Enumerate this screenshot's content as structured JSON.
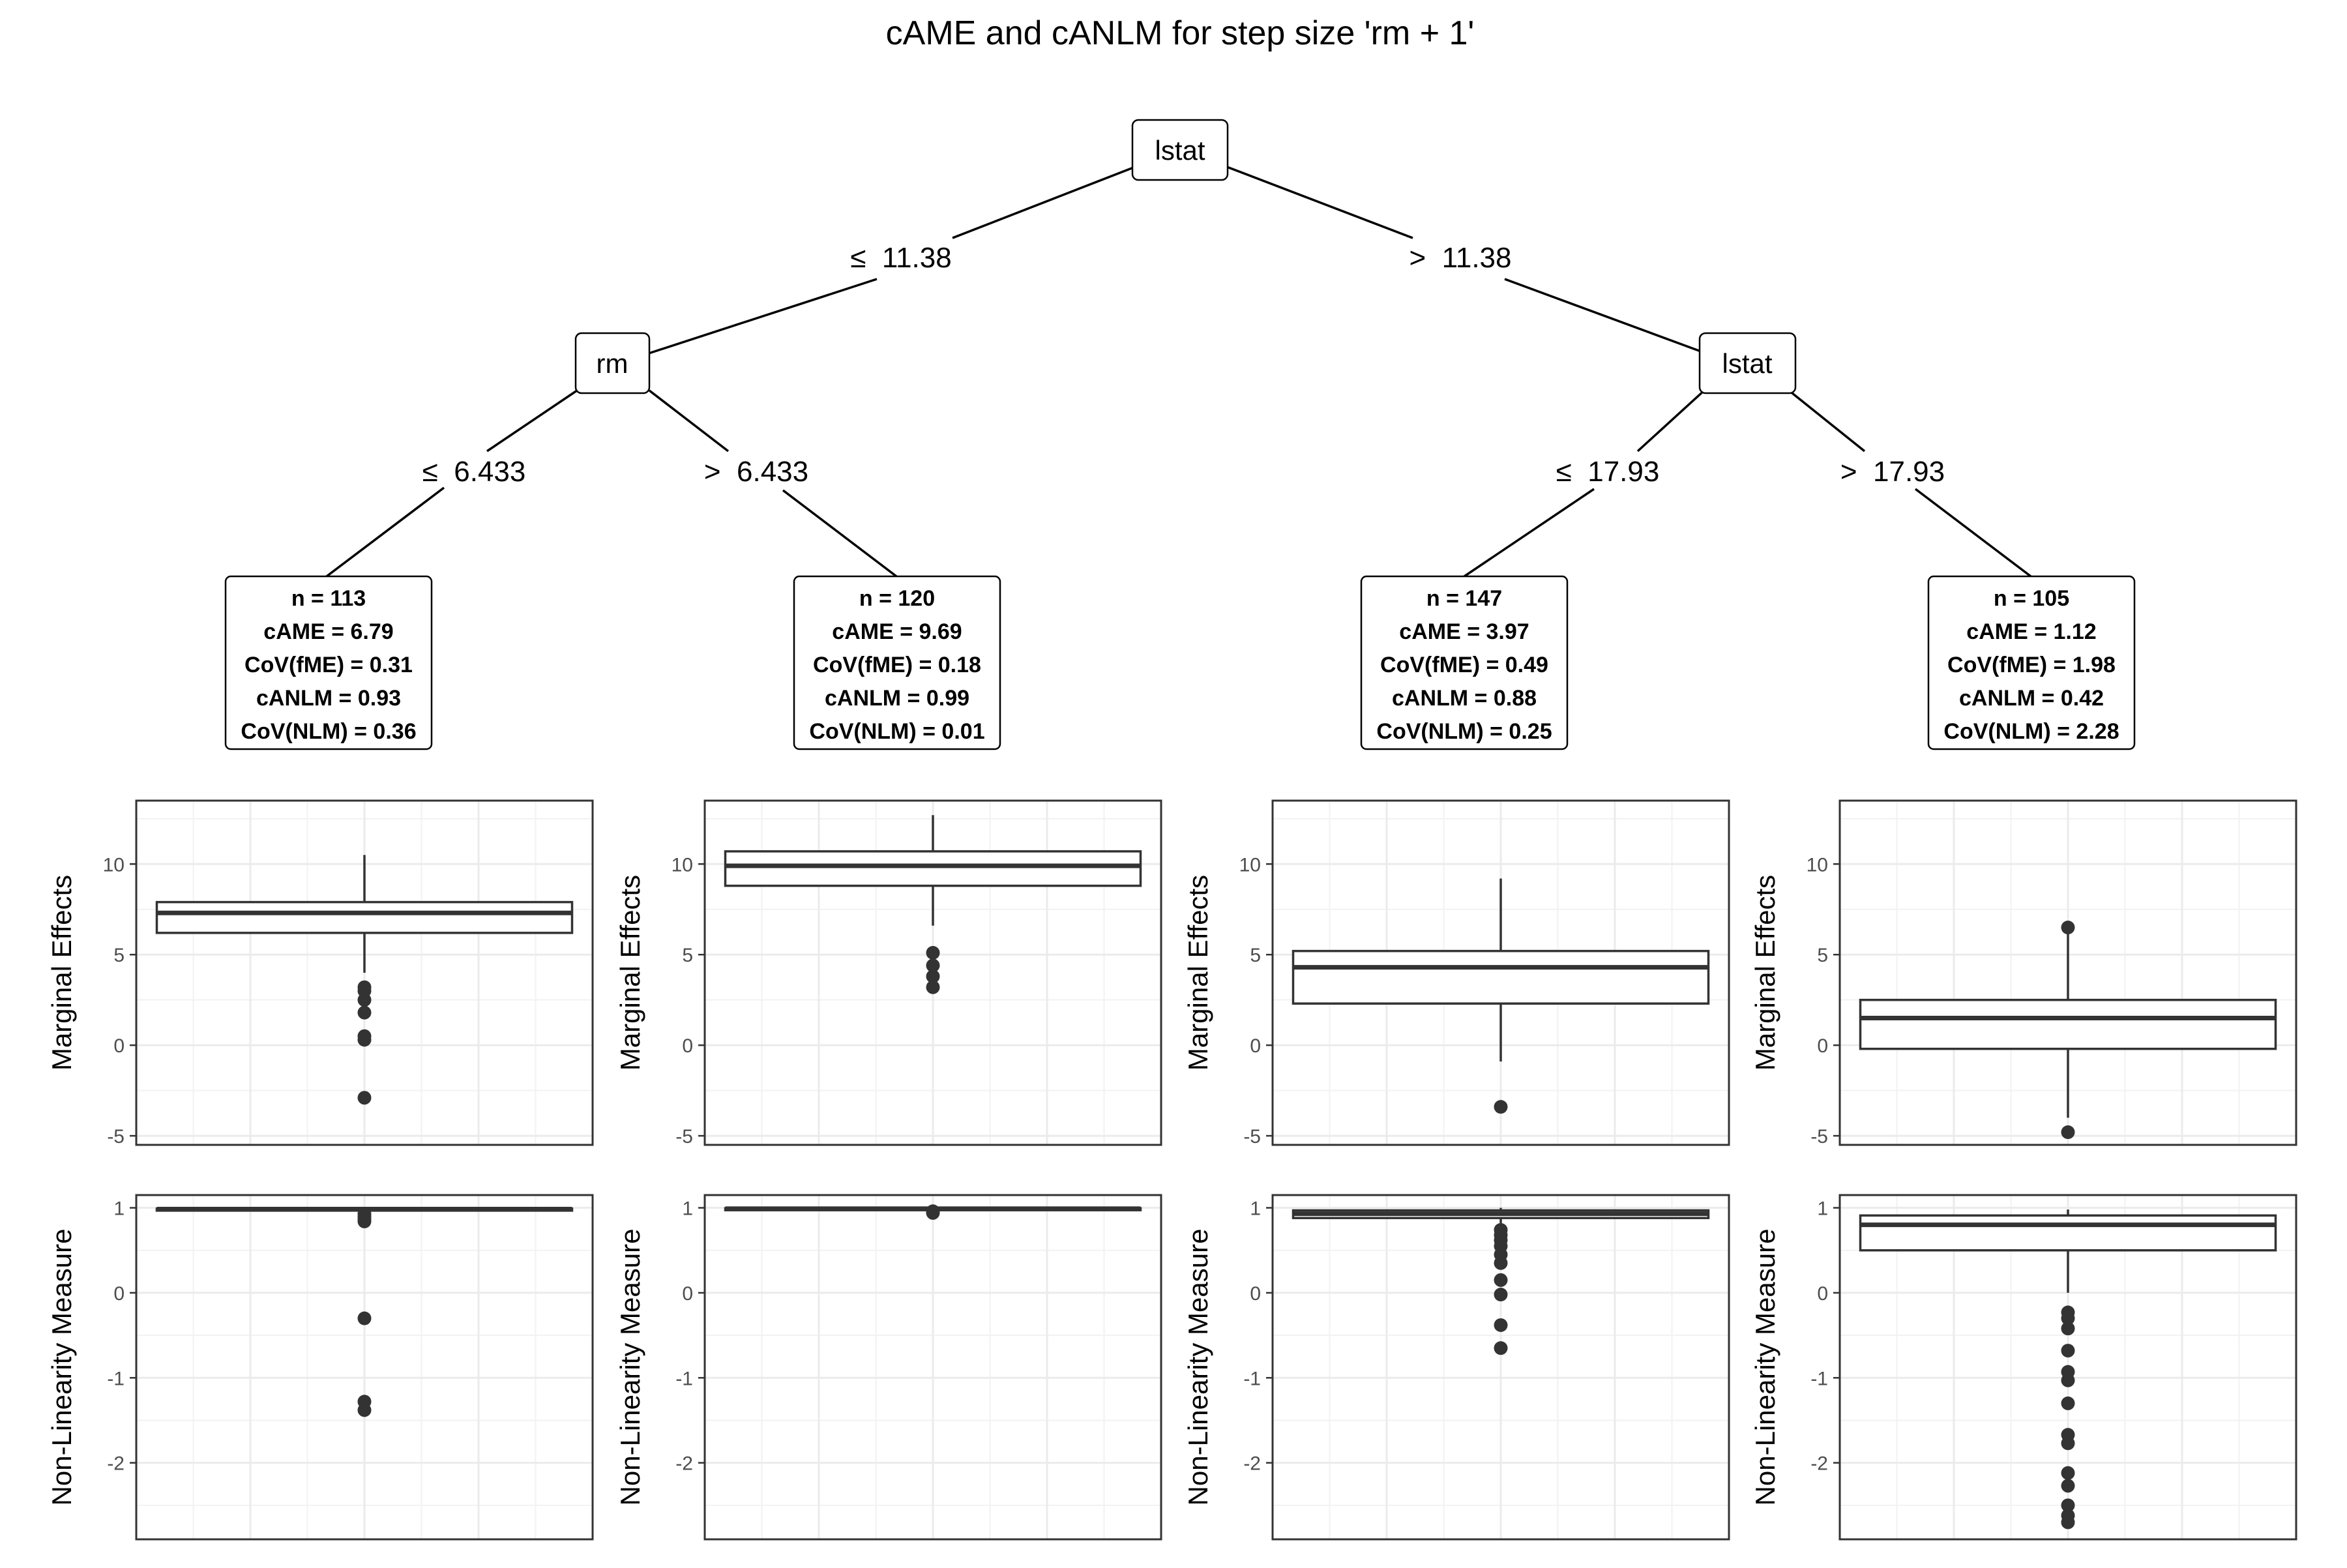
{
  "chart_data": {
    "type": "box",
    "title": "cAME and cANLM for step size 'rm + 1'",
    "tree": {
      "root": {
        "label": "lstat",
        "left_edge": "≤  11.38",
        "right_edge": ">  11.38"
      },
      "left_child": {
        "label": "rm",
        "left_edge": "≤  6.433",
        "right_edge": ">  6.433"
      },
      "right_child": {
        "label": "lstat",
        "left_edge": "≤  17.93",
        "right_edge": ">  17.93"
      }
    },
    "leaves": [
      {
        "stats": [
          "n = 113",
          "cAME = 6.79",
          "CoV(fME) = 0.31",
          "cANLM = 0.93",
          "CoV(NLM) = 0.36"
        ],
        "me_box": {
          "q1": 6.2,
          "median": 7.3,
          "q3": 7.9,
          "whisker_low": 4.0,
          "whisker_high": 10.5
        },
        "me_outliers": [
          3.2,
          3.0,
          2.5,
          1.8,
          0.5,
          0.3,
          -2.9
        ],
        "nlm_box": {
          "q1": 0.97,
          "median": 0.985,
          "q3": 0.99,
          "whisker_low": 0.96,
          "whisker_high": 1.0
        },
        "nlm_outliers": [
          0.93,
          0.9,
          0.87,
          0.84,
          -0.3,
          -1.28,
          -1.38
        ]
      },
      {
        "stats": [
          "n = 120",
          "cAME = 9.69",
          "CoV(fME) = 0.18",
          "cANLM = 0.99",
          "CoV(NLM) = 0.01"
        ],
        "me_box": {
          "q1": 8.8,
          "median": 9.9,
          "q3": 10.7,
          "whisker_low": 6.6,
          "whisker_high": 12.7
        },
        "me_outliers": [
          5.1,
          4.4,
          3.8,
          3.2
        ],
        "nlm_box": {
          "q1": 0.985,
          "median": 0.99,
          "q3": 0.995,
          "whisker_low": 0.98,
          "whisker_high": 1.0
        },
        "nlm_outliers": [
          0.96,
          0.94
        ]
      },
      {
        "stats": [
          "n = 147",
          "cAME = 3.97",
          "CoV(fME) = 0.49",
          "cANLM = 0.88",
          "CoV(NLM) = 0.25"
        ],
        "me_box": {
          "q1": 2.3,
          "median": 4.3,
          "q3": 5.2,
          "whisker_low": -0.9,
          "whisker_high": 9.2
        },
        "me_outliers": [
          -3.4
        ],
        "nlm_box": {
          "q1": 0.88,
          "median": 0.93,
          "q3": 0.97,
          "whisker_low": 0.78,
          "whisker_high": 1.0
        },
        "nlm_outliers": [
          0.74,
          0.68,
          0.62,
          0.55,
          0.45,
          0.35,
          0.15,
          -0.02,
          -0.38,
          -0.65
        ]
      },
      {
        "stats": [
          "n = 105",
          "cAME = 1.12",
          "CoV(fME) = 1.98",
          "cANLM = 0.42",
          "CoV(NLM) = 2.28"
        ],
        "me_box": {
          "q1": -0.2,
          "median": 1.5,
          "q3": 2.5,
          "whisker_low": -4.0,
          "whisker_high": 6.3
        },
        "me_outliers": [
          6.5,
          -4.8
        ],
        "nlm_box": {
          "q1": 0.5,
          "median": 0.8,
          "q3": 0.91,
          "whisker_low": 0.0,
          "whisker_high": 0.98
        },
        "nlm_outliers": [
          -0.23,
          -0.3,
          -0.42,
          -0.68,
          -0.93,
          -1.03,
          -1.3,
          -1.67,
          -1.77,
          -2.12,
          -2.27,
          -2.5,
          -2.62,
          -2.7
        ]
      }
    ],
    "me_axis": {
      "ylabel": "Marginal Effects",
      "ylim": [
        -5.5,
        13.5
      ],
      "ticks": [
        -5,
        0,
        5,
        10
      ]
    },
    "nlm_axis": {
      "ylabel": "Non-Linearity Measure",
      "ylim": [
        -2.9,
        1.15
      ],
      "ticks": [
        -2,
        -1,
        0,
        1
      ]
    },
    "tick_labels": {
      "me": [
        "-5",
        "0",
        "5",
        "10"
      ],
      "nlm": [
        "-2",
        "-1",
        "0",
        "1"
      ]
    },
    "grid": true
  }
}
